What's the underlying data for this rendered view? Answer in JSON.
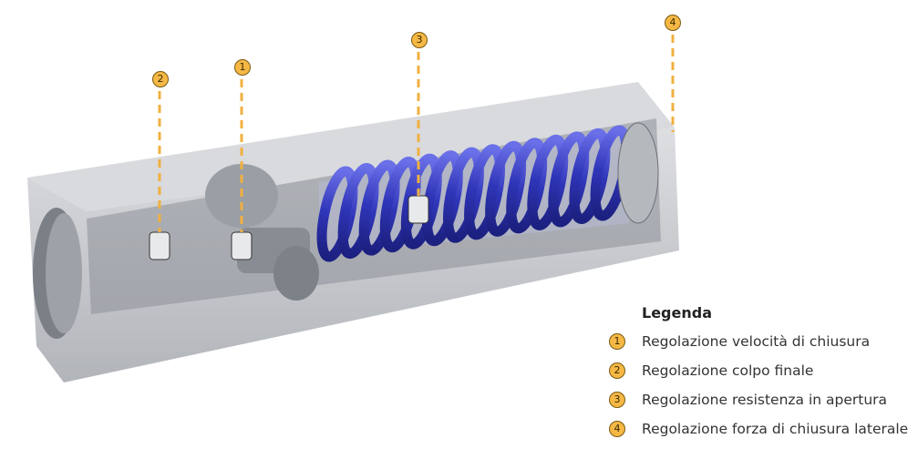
{
  "callouts": [
    "1",
    "2",
    "3",
    "4"
  ],
  "legend": {
    "title": "Legenda",
    "items": [
      {
        "num": "1",
        "label": "Regolazione velocità di chiusura"
      },
      {
        "num": "2",
        "label": "Regolazione colpo finale"
      },
      {
        "num": "3",
        "label": "Regolazione resistenza in apertura"
      },
      {
        "num": "4",
        "label": "Regolazione forza di chiusura laterale"
      }
    ]
  },
  "colors": {
    "callout": "#f5b845",
    "spring": "#3a3fc8",
    "housing": "#c9cbd0"
  }
}
